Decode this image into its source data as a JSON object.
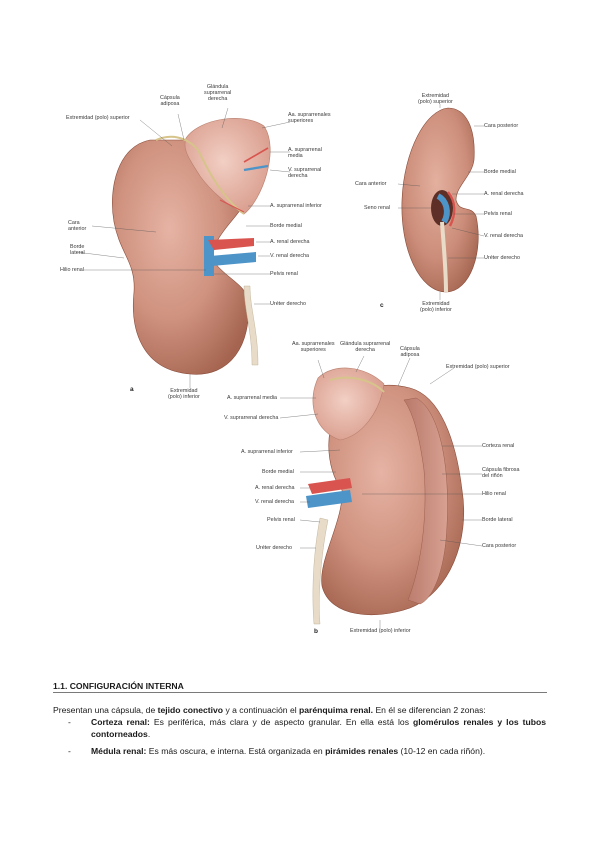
{
  "figure": {
    "panel_a": {
      "letter": "a",
      "labels": {
        "polo_superior": "Extremidad (polo) superior",
        "capsula_adiposa": "Cápsula\nadiposa",
        "glandula": "Glándula\nsuprarrenal\nderecha",
        "aa_suprarrenales": "Aa. suprarrenales\nsuperiores",
        "a_supra_media": "A. suprarrenal\nmedia",
        "v_supra": "V. suprarrenal\nderecha",
        "a_supra_inferior": "A. suprarrenal inferior",
        "cara_anterior": "Cara\nanterior",
        "borde_medial": "Borde medial",
        "borde_lateral": "Borde\nlateral",
        "a_renal": "A. renal derecha",
        "hilio": "Hilio renal",
        "v_renal": "V. renal derecha",
        "pelvis": "Pelvis renal",
        "ureter": "Uréter derecho",
        "polo_inferior": "Extremidad\n(polo) inferior"
      }
    },
    "panel_c": {
      "letter": "c",
      "labels": {
        "polo_superior": "Extremidad\n(polo) superior",
        "cara_posterior": "Cara posterior",
        "borde_medial": "Borde medial",
        "cara_anterior": "Cara anterior",
        "a_renal": "A. renal derecha",
        "seno": "Seno renal",
        "pelvis": "Pelvis renal",
        "v_renal": "V. renal derecha",
        "ureter": "Uréter derecho",
        "polo_inferior": "Extremidad\n(polo) inferior"
      }
    },
    "panel_b": {
      "letter": "b",
      "labels": {
        "aa_suprarrenales": "Aa. suprarrenales\nsuperiores",
        "glandula": "Glándula suprarrenal\nderecha",
        "capsula_adiposa": "Cápsula\nadiposa",
        "polo_superior": "Extremidad (polo) superior",
        "a_supra_media": "A. suprarrenal media",
        "v_supra": "V. suprarrenal derecha",
        "a_supra_inferior": "A. suprarrenal inferior",
        "corteza": "Corteza renal",
        "borde_medial": "Borde medial",
        "capsula_fibrosa": "Cápsula fibrosa\ndel riñón",
        "a_renal": "A. renal derecha",
        "hilio": "Hilio renal",
        "v_renal": "V. renal derecha",
        "borde_lateral": "Borde lateral",
        "pelvis": "Pelvis renal",
        "cara_posterior": "Cara posterior",
        "ureter": "Uréter derecho",
        "polo_inferior": "Extremidad (polo) inferior"
      }
    }
  },
  "section": {
    "title": "1.1. CONFIGURACIÓN INTERNA",
    "intro": {
      "p1": "Presentan una cápsula, de ",
      "b1": "tejido conectivo",
      "p2": " y a continuación el ",
      "b2": "parénquima renal.",
      "p3": " En él se diferencian 2 zonas:"
    },
    "bullets": [
      {
        "dash": "-",
        "term": "Corteza renal:",
        "text": " Es periférica, más clara y de aspecto granular. En ella está los ",
        "bold": "glomérulos renales y los tubos contorneados",
        "end": "."
      },
      {
        "dash": "-",
        "term": "Médula renal:",
        "text": " Es más oscura, e interna. Está organizada en ",
        "bold": "pirámides renales",
        "end": " (10-12 en cada riñón)."
      }
    ]
  }
}
